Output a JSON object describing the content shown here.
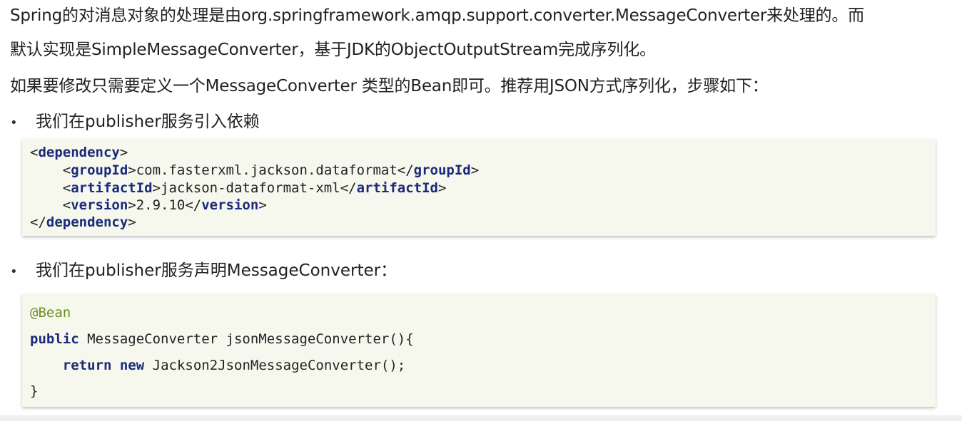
{
  "paragraphs": {
    "p1": "Spring的对消息对象的处理是由org.springframework.amqp.support.converter.MessageConverter来处理的。而",
    "p2": "默认实现是SimpleMessageConverter，基于JDK的ObjectOutputStream完成序列化。",
    "p3": "如果要修改只需要定义一个MessageConverter 类型的Bean即可。推荐用JSON方式序列化，步骤如下："
  },
  "bullets": {
    "b1": "我们在publisher服务引入依赖",
    "b2": "我们在publisher服务声明MessageConverter："
  },
  "code1": {
    "l1_open": "<",
    "l1_tag": "dependency",
    "l1_close": ">",
    "l2_indent": "    <",
    "l2_tag": "groupId",
    "l2_mid": ">com.fasterxml.jackson.dataformat</",
    "l2_tag2": "groupId",
    "l2_end": ">",
    "l3_indent": "    <",
    "l3_tag": "artifactId",
    "l3_mid": ">jackson-dataformat-xml</",
    "l3_tag2": "artifactId",
    "l3_end": ">",
    "l4_indent": "    <",
    "l4_tag": "version",
    "l4_mid": ">2.9.10</",
    "l4_tag2": "version",
    "l4_end": ">",
    "l5_open": "</",
    "l5_tag": "dependency",
    "l5_close": ">"
  },
  "code2": {
    "annotation": "@Bean",
    "l2_kw": "public",
    "l2_rest": " MessageConverter jsonMessageConverter(){",
    "l3_indent": "    ",
    "l3_kw1": "return",
    "l3_sp": " ",
    "l3_kw2": "new",
    "l3_rest": " Jackson2JsonMessageConverter();",
    "l4": "}"
  }
}
